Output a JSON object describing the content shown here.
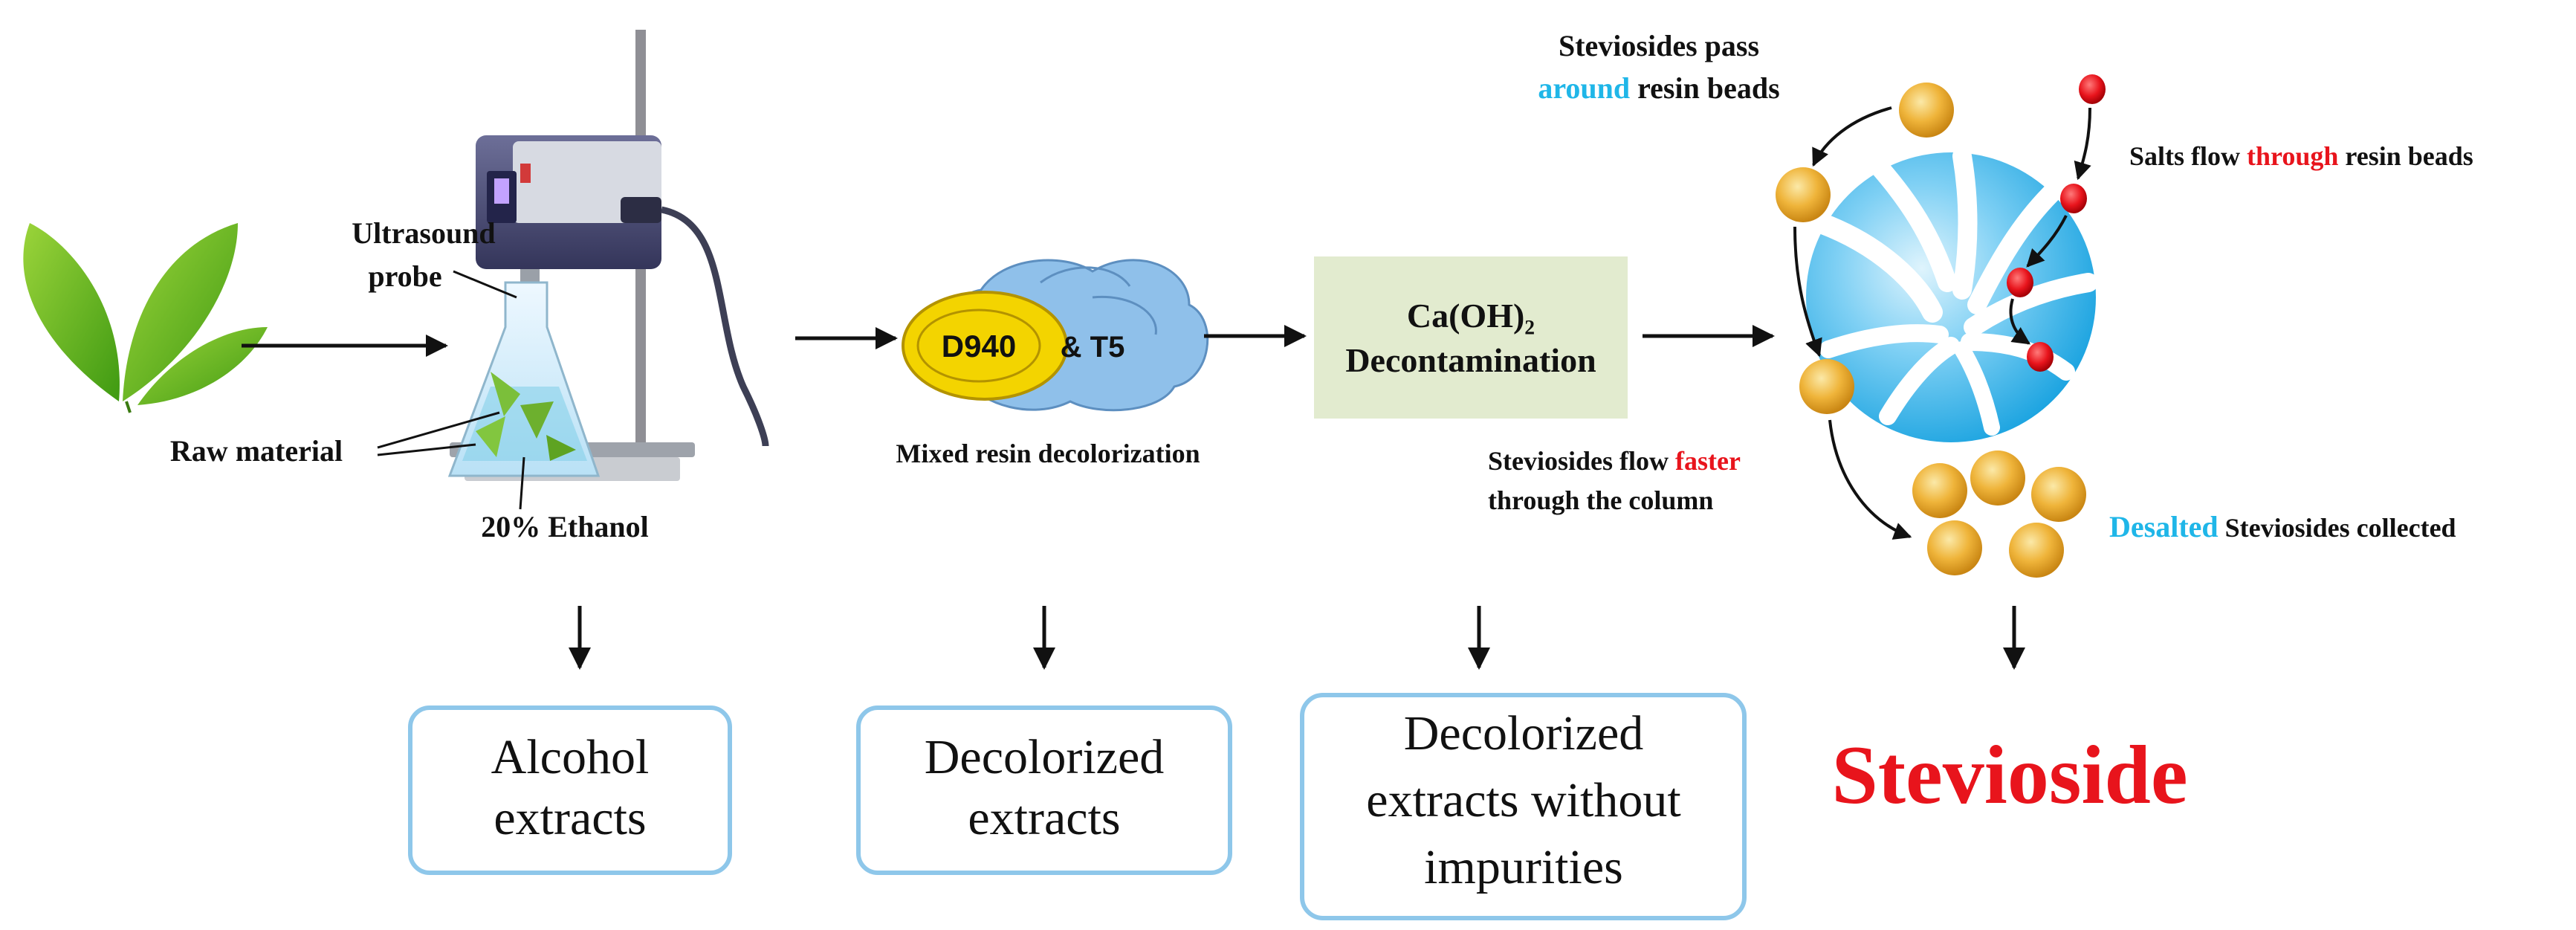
{
  "colors": {
    "highlight_blue": "#1fb6e8",
    "highlight_red": "#e8141c",
    "final_red": "#e8141c",
    "box_border": "#8ec7ea",
    "decontam_fill": "#e2ebcf",
    "resin_yellow": "#f3d400",
    "resin_blue": "#8fc0ea",
    "bead_gold": "#e8ac2e",
    "salt_red": "#e8141c",
    "resin_bead_blue": "#37b8ee"
  },
  "icons": [
    "stevia-leaves-icon",
    "ultrasound-device-icon",
    "conical-flask-icon",
    "resin-clouds-icon",
    "resin-bead-icon",
    "steviosides-bead-icon",
    "salt-particle-icon"
  ],
  "stage1": {
    "probe_line1": "Ultrasound",
    "probe_line2": "probe",
    "raw_material": "Raw material",
    "ethanol": "20% Ethanol",
    "result": [
      "Alcohol",
      "extracts"
    ]
  },
  "stage2": {
    "resin1": "D940",
    "resin2": "& T5",
    "caption": "Mixed resin decolorization",
    "result": [
      "Decolorized",
      "extracts"
    ]
  },
  "stage3": {
    "reagent": "Ca(OH)₂",
    "process": "Decontamination",
    "result": [
      "Decolorized",
      "extracts without",
      "impurities"
    ]
  },
  "stage4": {
    "pass_line1": "Steviosides pass",
    "pass_around": "around",
    "pass_rest": " resin beads",
    "salts_prefix": "Salts flow ",
    "salts_through": "through",
    "salts_suffix": " resin beads",
    "faster_prefix": "Steviosides flow ",
    "faster_word": "faster",
    "faster_line2": "through the column",
    "desalted": "Desalted",
    "collected": " Steviosides  collected",
    "result": "Stevioside"
  }
}
